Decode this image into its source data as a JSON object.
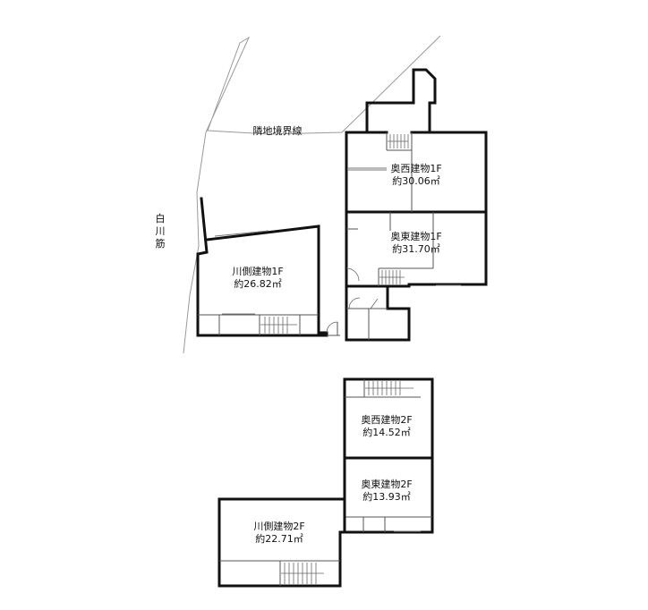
{
  "labels": {
    "boundary_line": "隣地境界線",
    "street": "白川筋",
    "rooms": [
      {
        "name": "奥西建物1F",
        "area": "約30.06㎡"
      },
      {
        "name": "奥東建物1F",
        "area": "約31.70㎡"
      },
      {
        "name": "川側建物1F",
        "area": "約26.82㎡"
      },
      {
        "name": "奥西建物2F",
        "area": "約14.52㎡"
      },
      {
        "name": "奥東建物2F",
        "area": "約13.93㎡"
      },
      {
        "name": "川側建物2F",
        "area": "約22.71㎡"
      }
    ]
  }
}
